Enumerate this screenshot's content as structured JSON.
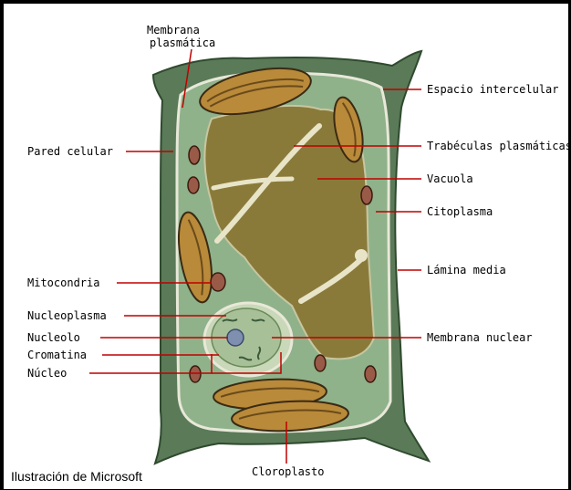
{
  "labels": {
    "membrana_plasmatica_1": "Membrana",
    "membrana_plasmatica_2": "plasmática",
    "espacio_intercelular": "Espacio intercelular",
    "trabeculas": "Trabéculas plasmáticas",
    "vacuola": "Vacuola",
    "citoplasma": "Citoplasma",
    "lamina_media": "Lámina media",
    "membrana_nuclear": "Membrana nuclear",
    "pared_celular": "Pared celular",
    "mitocondria": "Mitocondria",
    "nucleoplasma": "Nucleoplasma",
    "nucleolo": "Nucleolo",
    "cromatina": "Cromatina",
    "nucleo": "Núcleo",
    "cloroplasto": "Cloroplasto"
  },
  "credit": "Ilustración de Microsoft",
  "colors": {
    "cell_wall": "#5a7a58",
    "cytoplasm": "#8fb28a",
    "vacuole": "#8a7a3a",
    "trabecula": "#e8e4c8",
    "chloroplast": "#b98a3a",
    "mitochondria": "#9a5a48",
    "nucleus": "#c8d8b8"
  }
}
